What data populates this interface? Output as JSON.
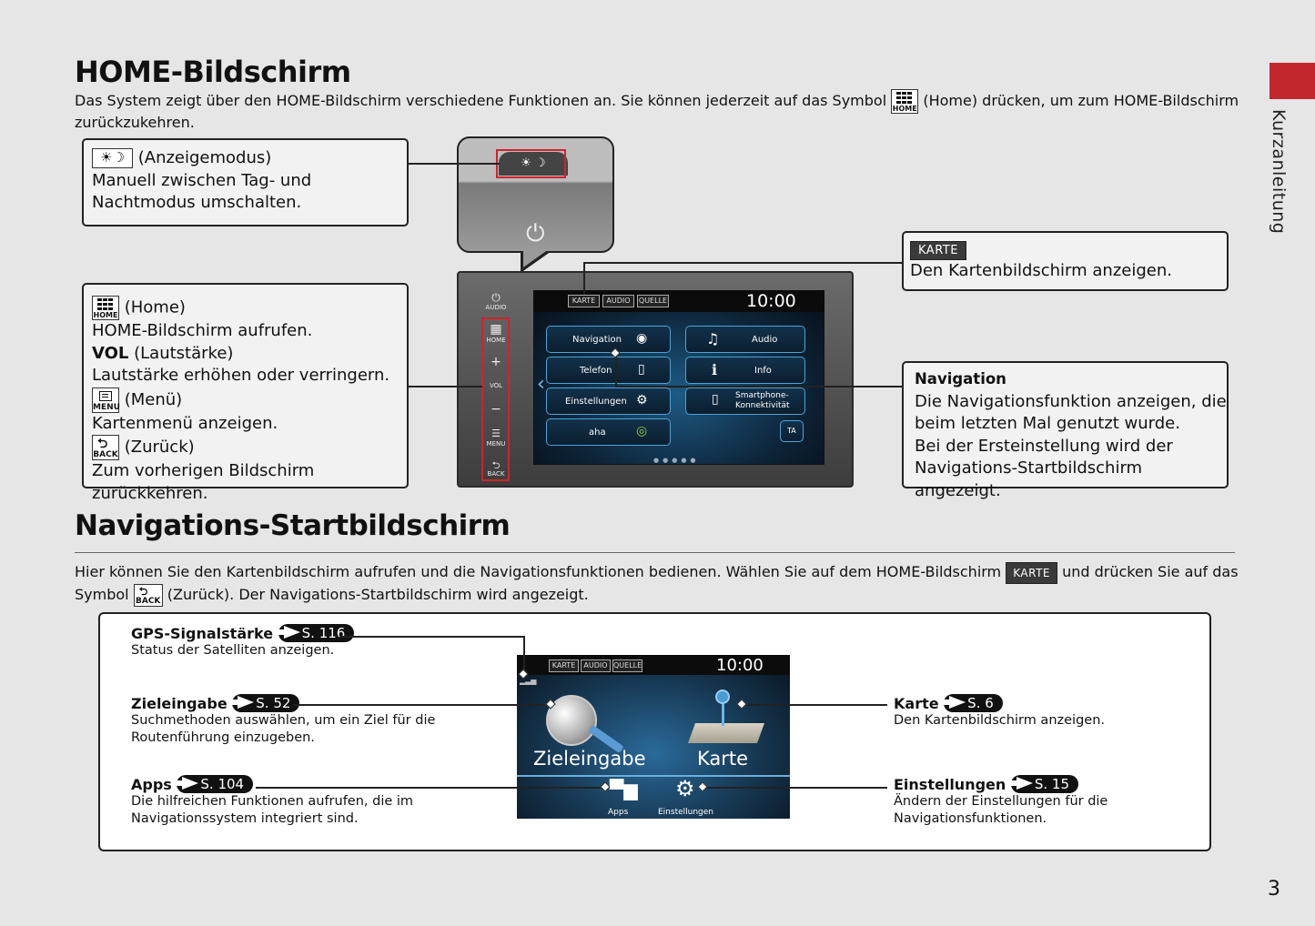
{
  "home_section": {
    "title": "HOME-Bildschirm",
    "intro_part1": "Das System zeigt über den HOME-Bildschirm verschiedene Funktionen an. Sie können jederzeit auf das Symbol",
    "intro_part2": "(Home) drücken, um zum HOME-Bildschirm",
    "intro_part3": "zurückzukehren.",
    "home_icon_label": "HOME"
  },
  "callout_display_mode": {
    "label": "(Anzeigemodus)",
    "line1": "Manuell zwischen Tag- und",
    "line2": "Nachtmodus umschalten."
  },
  "callout_buttons": {
    "home_label": "(Home)",
    "home_desc": "HOME-Bildschirm aufrufen.",
    "vol_key": "VOL",
    "vol_label": "(Lautstärke)",
    "vol_desc": "Lautstärke erhöhen oder verringern.",
    "menu_icon_label": "MENU",
    "menu_label": "(Menü)",
    "menu_desc": "Kartenmenü anzeigen.",
    "back_icon_label": "BACK",
    "back_label": "(Zurück)",
    "back_desc": "Zum vorherigen Bildschirm zurückkehren."
  },
  "callout_karte": {
    "badge": "KARTE",
    "desc": "Den Kartenbildschirm anzeigen."
  },
  "callout_navigation": {
    "title": "Navigation",
    "line1": "Die Navigationsfunktion anzeigen, die",
    "line2": "beim letzten Mal genutzt wurde.",
    "line3": "Bei der Ersteinstellung wird der",
    "line4": "Navigations-Startbildschirm angezeigt."
  },
  "device": {
    "top_buttons": [
      "KARTE",
      "AUDIO",
      "QUELLE"
    ],
    "clock": "10:00",
    "side_labels": {
      "audio": "AUDIO",
      "home": "HOME",
      "vol": "VOL",
      "menu": "MENU",
      "back": "BACK"
    },
    "tiles": {
      "navigation": "Navigation",
      "telefon": "Telefon",
      "einstellungen": "Einstellungen",
      "aha": "aha",
      "audio": "Audio",
      "info": "Info",
      "smartphone1": "Smartphone-",
      "smartphone2": "Konnektivität",
      "ta": "TA"
    }
  },
  "nav_section": {
    "title": "Navigations-Startbildschirm",
    "intro_part1": "Hier können Sie den Kartenbildschirm aufrufen und die Navigationsfunktionen bedienen. Wählen Sie auf dem HOME-Bildschirm",
    "intro_badge": "KARTE",
    "intro_part2": "und drücken Sie auf das",
    "intro_part3": "Symbol",
    "intro_back_label": "BACK",
    "intro_part4": "(Zurück). Der Navigations-Startbildschirm wird angezeigt."
  },
  "nav_items": {
    "gps": {
      "title": "GPS-Signalstärke",
      "ref": "S. 116",
      "desc": "Status der Satelliten anzeigen."
    },
    "ziel": {
      "title": "Zieleingabe",
      "ref": "S. 52",
      "desc1": "Suchmethoden auswählen, um ein Ziel für die",
      "desc2": "Routenführung einzugeben."
    },
    "apps": {
      "title": "Apps",
      "ref": "S. 104",
      "desc1": "Die hilfreichen Funktionen aufrufen, die im",
      "desc2": "Navigationssystem integriert sind."
    },
    "karte": {
      "title": "Karte",
      "ref": "S. 6",
      "desc": "Den Kartenbildschirm anzeigen."
    },
    "einst": {
      "title": "Einstellungen",
      "ref": "S. 15",
      "desc1": "Ändern der Einstellungen für die",
      "desc2": "Navigationsfunktionen."
    }
  },
  "nav_screen": {
    "top_buttons": [
      "KARTE",
      "AUDIO",
      "QUELLE"
    ],
    "clock": "10:00",
    "ziel": "Zieleingabe",
    "karte": "Karte",
    "apps": "Apps",
    "einst": "Einstellungen"
  },
  "side_tab": "Kurzanleitung",
  "page_number": "3",
  "colors": {
    "accent_red": "#c3272e",
    "screen_blue": "#1e5a85"
  }
}
